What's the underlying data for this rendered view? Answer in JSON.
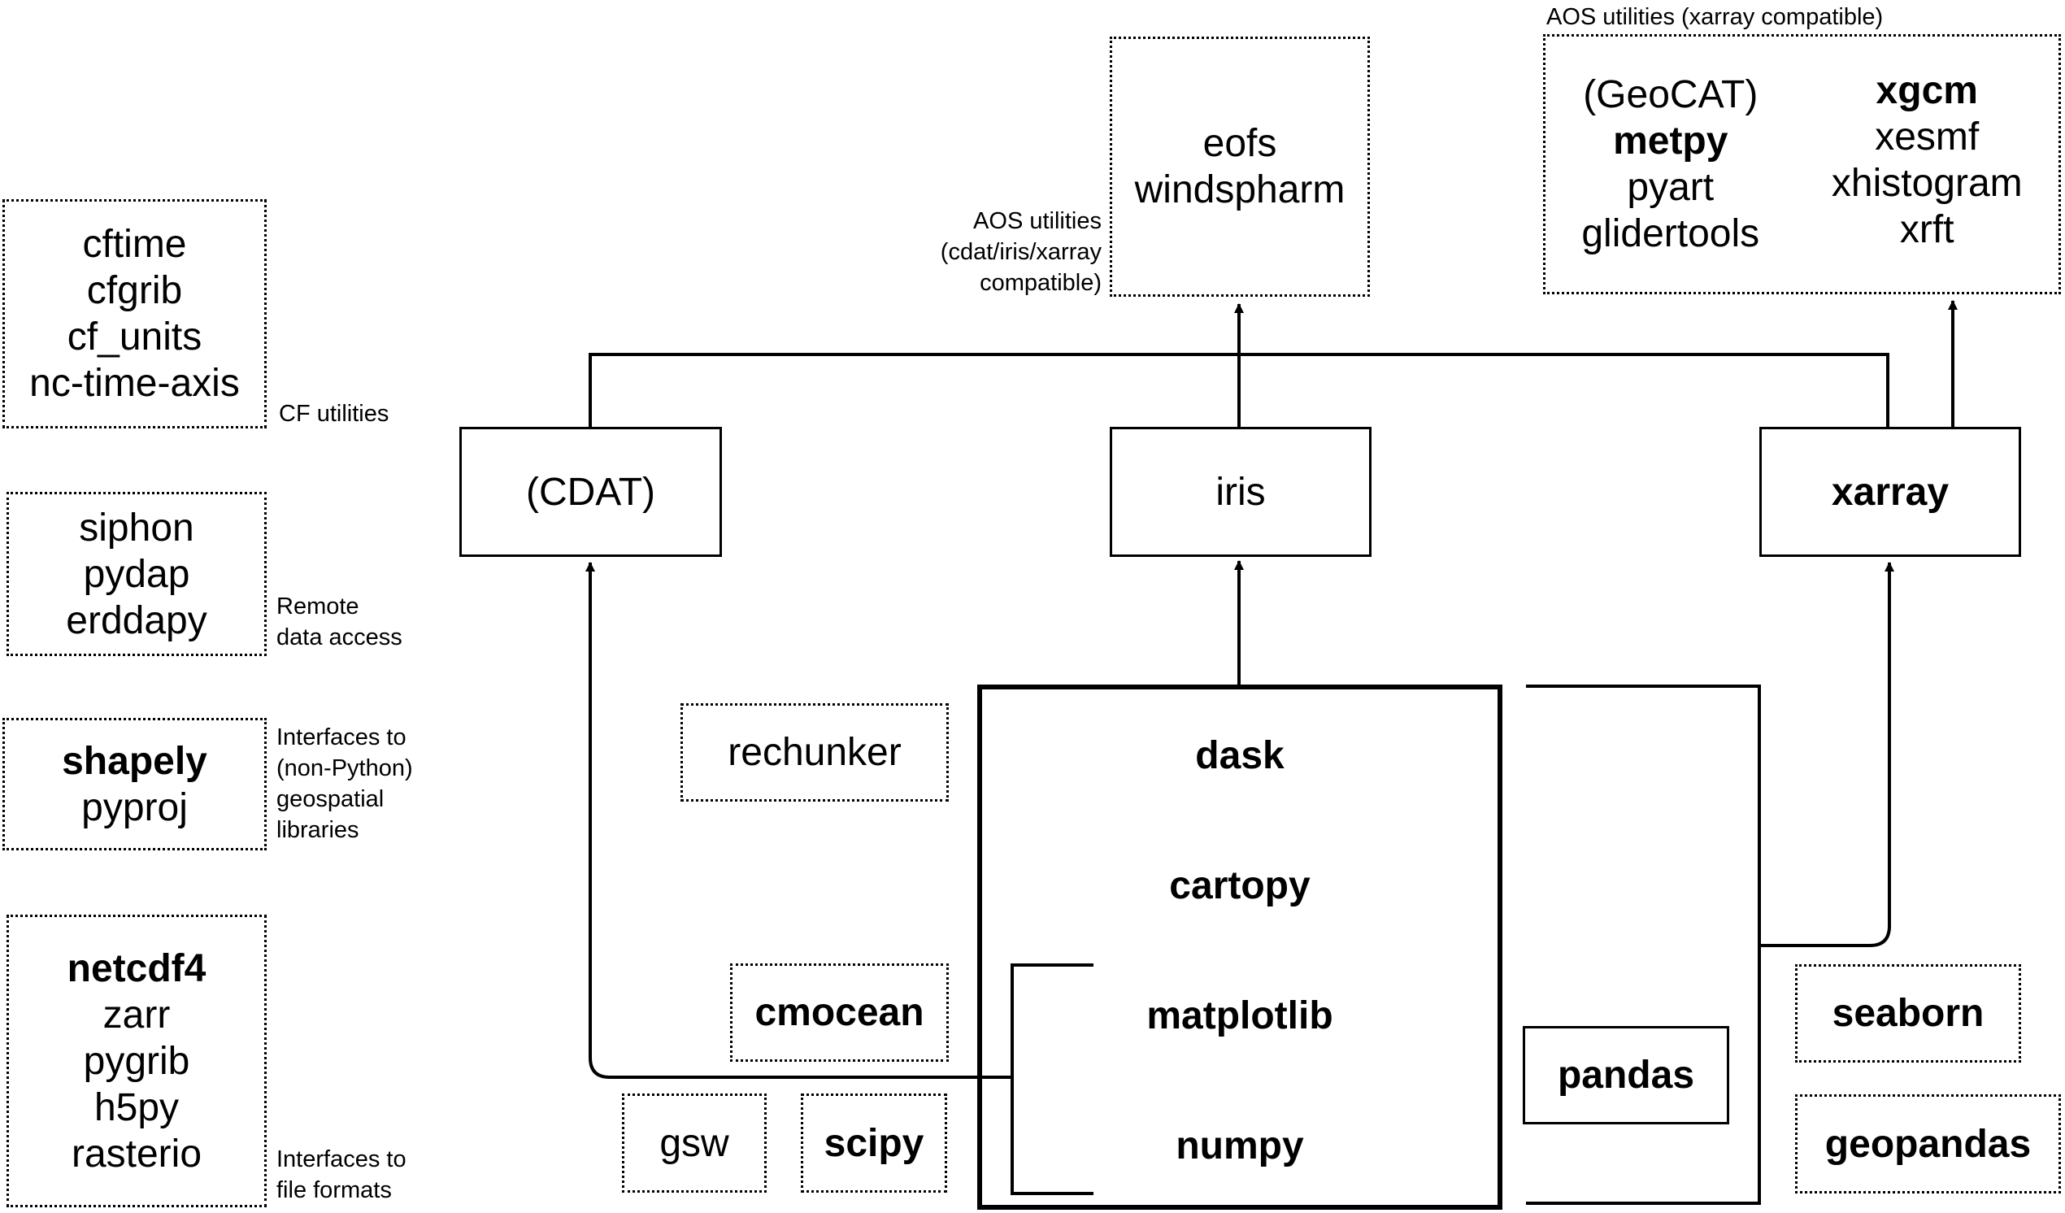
{
  "left_groups": {
    "cf": {
      "items": [
        "cftime",
        "cfgrib",
        "cf_units",
        "nc-time-axis"
      ],
      "label": "CF utilities"
    },
    "remote": {
      "items": [
        "siphon",
        "pydap",
        "erddapy"
      ],
      "label_lines": [
        "Remote",
        "data access"
      ]
    },
    "geo": {
      "items": [
        "shapely",
        "pyproj"
      ],
      "label_lines": [
        "Interfaces to",
        "(non-Python)",
        "geospatial",
        "libraries"
      ]
    },
    "formats": {
      "items": [
        "netcdf4",
        "zarr",
        "pygrib",
        "h5py",
        "rasterio"
      ],
      "label_lines": [
        "Interfaces to",
        "file formats"
      ]
    }
  },
  "top": {
    "aos_iris": {
      "items": [
        "eofs",
        "windspharm"
      ],
      "label_lines": [
        "AOS utilities",
        "(cdat/iris/xarray",
        "compatible)"
      ]
    },
    "aos_xarray": {
      "title": "AOS utilities (xarray compatible)",
      "col1": [
        "(GeoCAT)",
        "metpy",
        "pyart",
        "glidertools"
      ],
      "col2": [
        "xgcm",
        "xesmf",
        "xhistogram",
        "xrft"
      ]
    }
  },
  "middle": {
    "cdat": "(CDAT)",
    "iris": "iris",
    "xarray": "xarray"
  },
  "core": {
    "dask": "dask",
    "cartopy": "cartopy",
    "matplotlib": "matplotlib",
    "numpy": "numpy"
  },
  "satellites": {
    "rechunker": "rechunker",
    "cmocean": "cmocean",
    "gsw": "gsw",
    "scipy": "scipy",
    "pandas": "pandas",
    "seaborn": "seaborn",
    "geopandas": "geopandas"
  }
}
